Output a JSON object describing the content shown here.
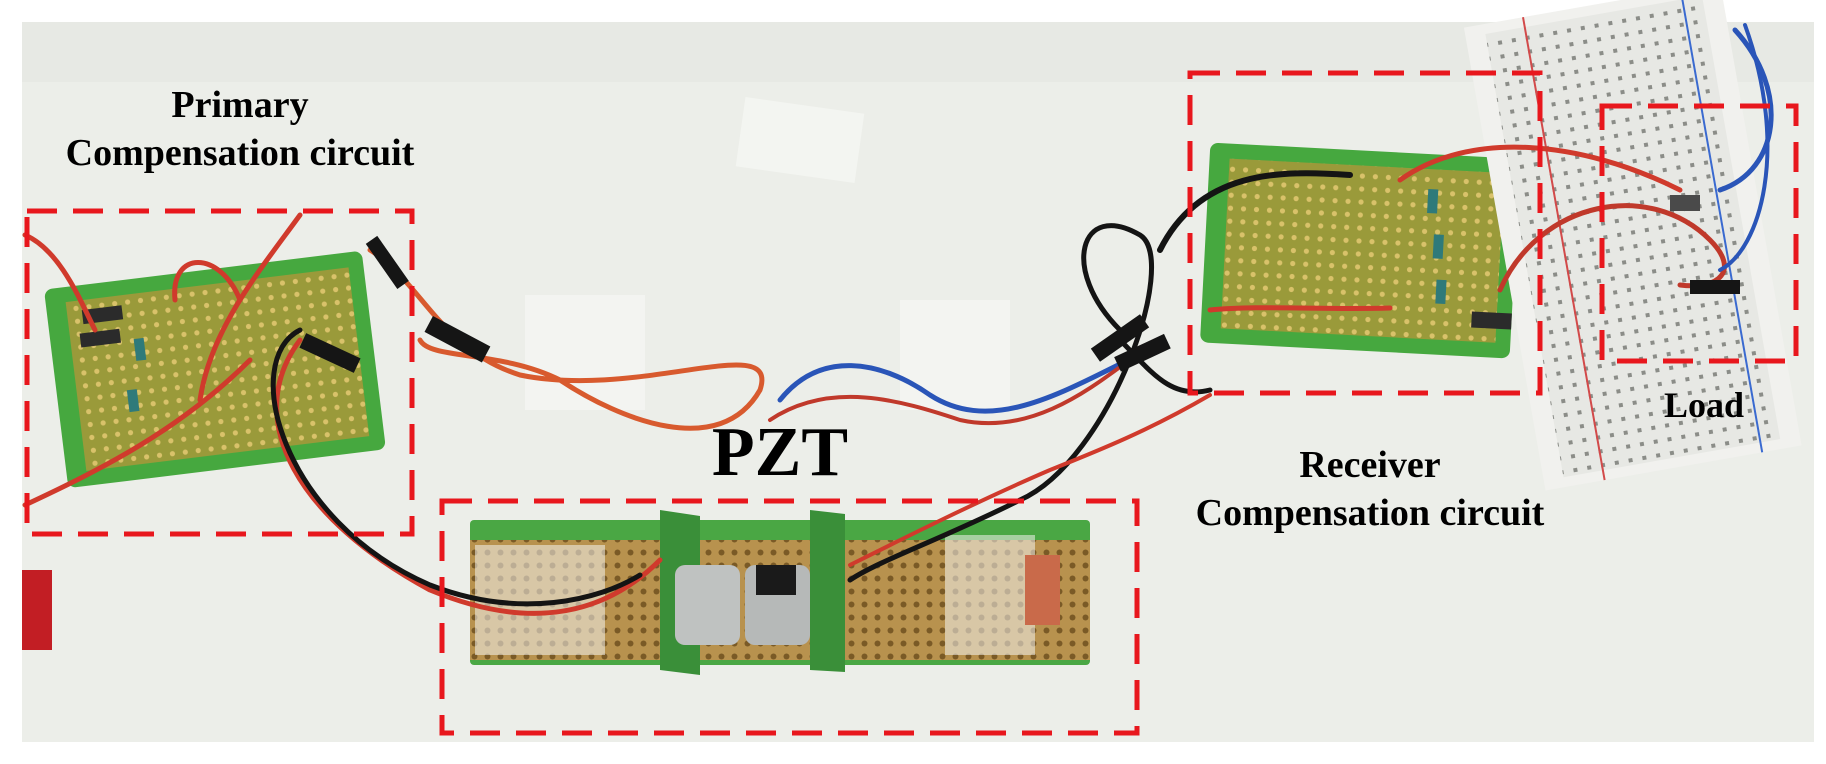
{
  "labels": {
    "primary_line1": "Primary",
    "primary_line2": "Compensation circuit",
    "pzt": "PZT",
    "receiver_line1": "Receiver",
    "receiver_line2": "Compensation circuit",
    "load": "Load"
  },
  "colors": {
    "highlight_box": "#e8171d",
    "background": "#eceee9",
    "pcb_green": "#3c9a3a",
    "pcb_copper": "#c79a55",
    "wire_red": "#d03a2c",
    "wire_black": "#141414",
    "wire_blue": "#2a55b8"
  }
}
